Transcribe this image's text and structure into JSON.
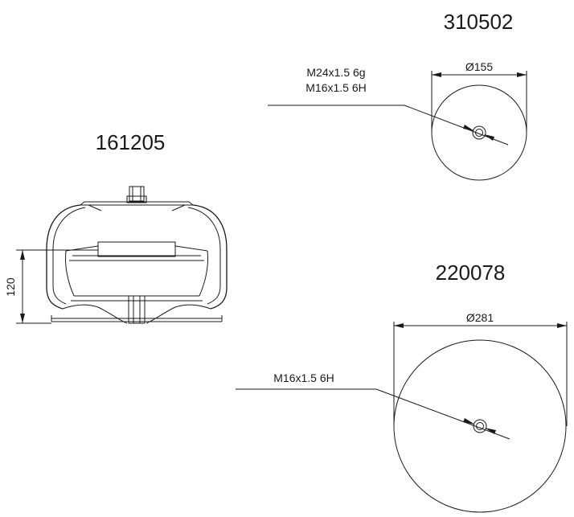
{
  "side_view": {
    "part_number": "161205",
    "height_dim": "120"
  },
  "top_plate": {
    "part_number": "310502",
    "diameter_dim": "Ø155",
    "thread_1": "M24x1.5 6g",
    "thread_2": "M16x1.5 6H"
  },
  "bottom_plate": {
    "part_number": "220078",
    "diameter_dim": "Ø281",
    "thread": "M16x1.5 6H"
  }
}
